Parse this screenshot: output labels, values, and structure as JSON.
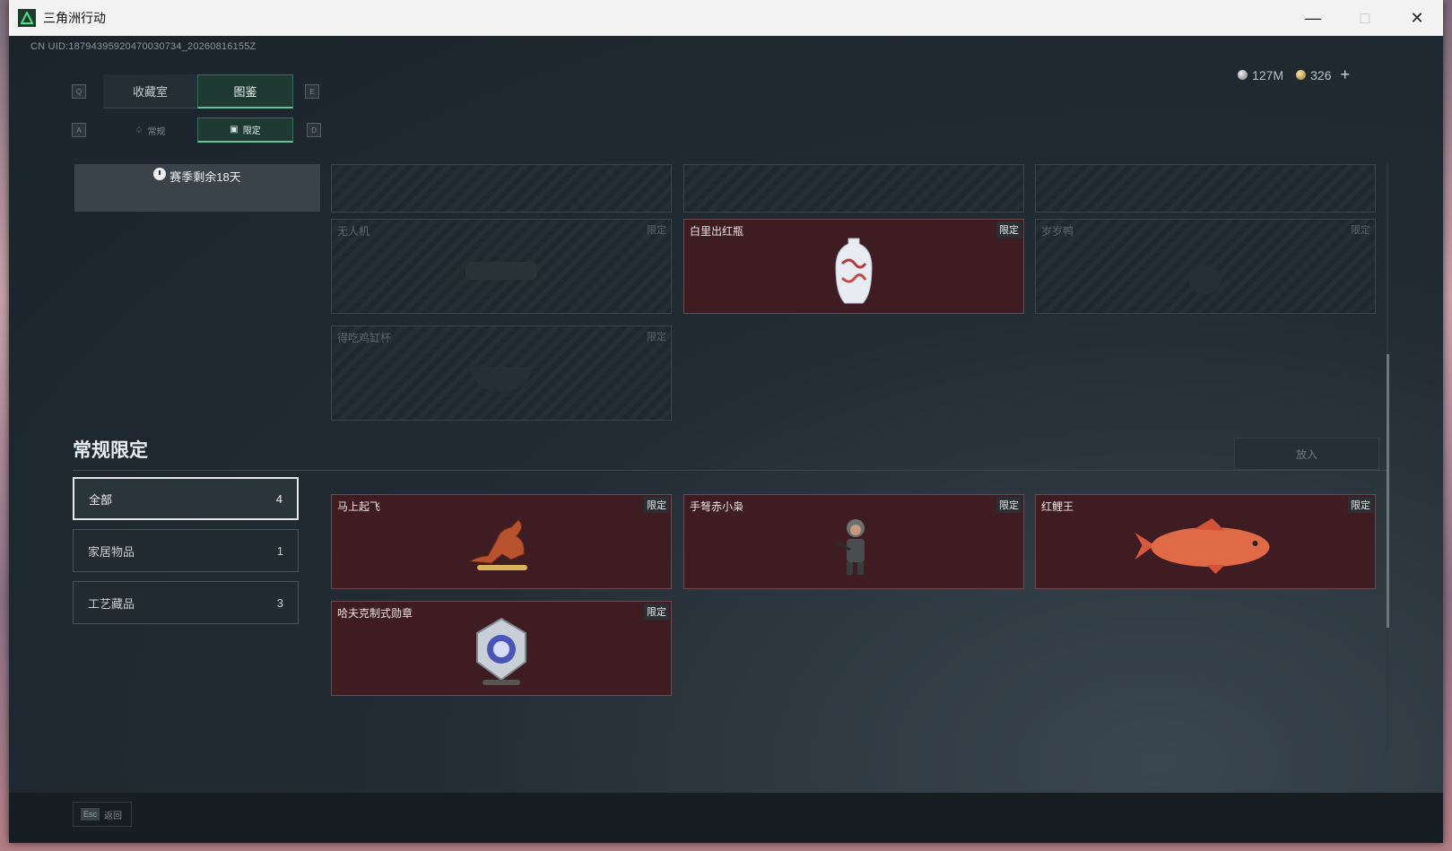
{
  "window": {
    "title": "三角洲行动"
  },
  "uid": "CN UID:18794395920470030734_20260816155Z",
  "currency": {
    "silver": "127M",
    "gold": "326",
    "add": "+"
  },
  "keys": {
    "left_tab": "Q",
    "right_tab": "E",
    "left_sub": "A",
    "right_sub": "D"
  },
  "tabs": [
    "收藏室",
    "图鉴"
  ],
  "subtabs": [
    "常规",
    "限定"
  ],
  "season": {
    "text": "赛季剩余18天"
  },
  "badge_label": "限定",
  "upper_cards": [
    {
      "name": "无人机",
      "owned": false
    },
    {
      "name": "白里出红瓶",
      "owned": true
    },
    {
      "name": "岁岁鸭",
      "owned": false
    },
    {
      "name": "得吃鸡缸杯",
      "owned": false
    }
  ],
  "section": {
    "title": "常规限定",
    "put_button": "放入"
  },
  "categories": [
    {
      "label": "全部",
      "count": "4"
    },
    {
      "label": "家居物品",
      "count": "1"
    },
    {
      "label": "工艺藏品",
      "count": "3"
    }
  ],
  "lower_cards": [
    {
      "name": "马上起飞",
      "owned": true
    },
    {
      "name": "手弩赤小枭",
      "owned": true
    },
    {
      "name": "红鲤王",
      "owned": true
    },
    {
      "name": "哈夫克制式勋章",
      "owned": true
    }
  ],
  "footer": {
    "esc_key": "Esc",
    "back_label": "返回"
  }
}
